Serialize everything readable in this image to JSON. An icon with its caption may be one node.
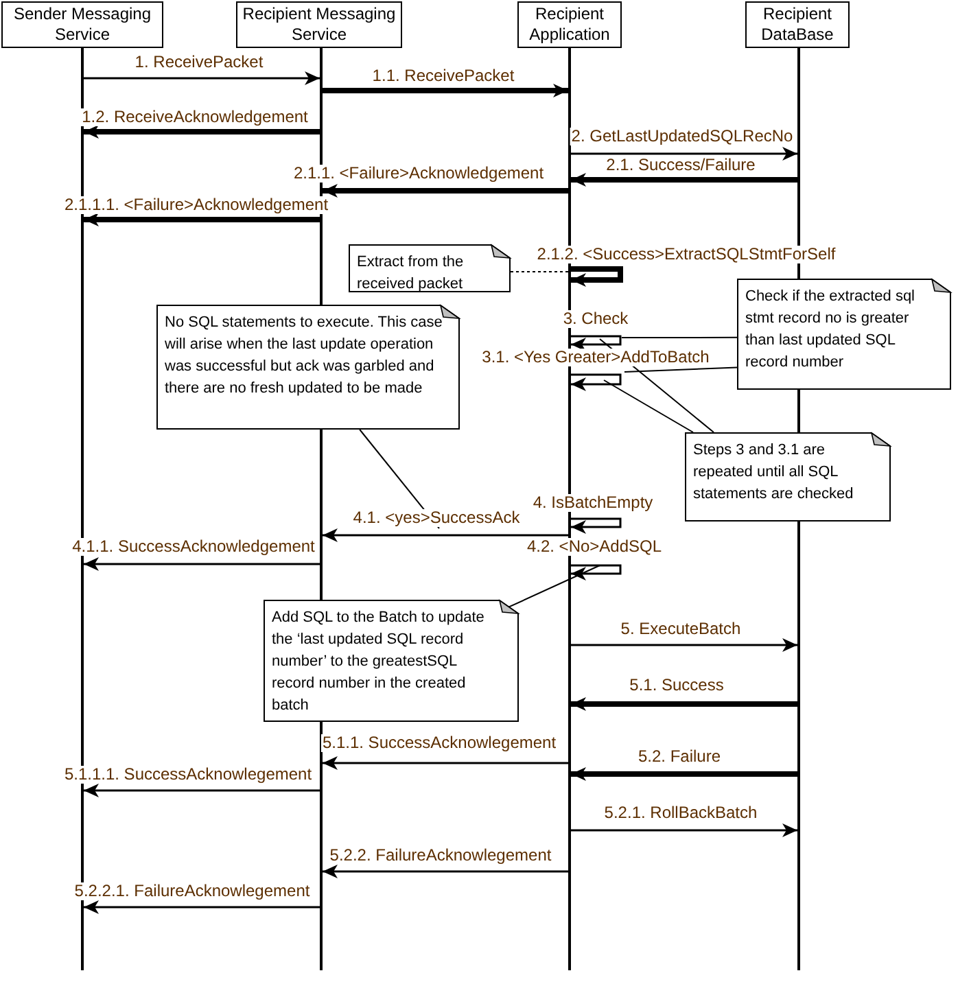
{
  "diagram": {
    "nodes": [
      {
        "text": [
          "Sender Messaging Service"
        ]
      },
      {
        "text": [
          "Recipient Messaging Service"
        ]
      },
      {
        "text": [
          "Recipient Application"
        ]
      },
      {
        "text": [
          "Recipient DataBase"
        ]
      },
      {
        "text": [],
        "shape": "bar"
      },
      {
        "text": [],
        "shape": "bar"
      },
      {
        "text": [],
        "shape": "bar"
      },
      {
        "text": [],
        "shape": "bar"
      },
      {
        "text": [
          "Extract from the received packet"
        ]
      },
      {
        "text": [
          "Check if the extracted sql stmt record no is greater than last updated SQL record number"
        ]
      },
      {
        "text": [
          "No SQL statements to execute. This case will arise when the last update operation was successful but ack was garbled and there are no fresh updated to be made"
        ]
      },
      {
        "text": [
          "Steps 3 and 3.1 are repeated until all SQL statements are checked"
        ]
      },
      {
        "text": [
          "Add SQL to the Batch to update the ‘last updated SQL record number’ to the greatestSQL record number in the created batch"
        ]
      }
    ],
    "edges": [
      {
        "from": 4,
        "to": 5,
        "arrow": "to",
        "label": "1. ReceivePacket"
      },
      {
        "from": 5,
        "to": 6,
        "arrow": "to",
        "label": "1.1. ReceivePacket",
        "style": "thick"
      },
      {
        "from": 5,
        "to": 4,
        "arrow": "to",
        "label": "1.2. ReceiveAcknowledgement",
        "style": "thick"
      },
      {
        "from": 6,
        "to": 7,
        "arrow": "to",
        "label": "2. GetLastUpdatedSQLRecNo"
      },
      {
        "from": 7,
        "to": 6,
        "arrow": "to",
        "label": "2.1. Success/Failure",
        "style": "thick"
      },
      {
        "from": 6,
        "to": 5,
        "arrow": "to",
        "label": "2.1.1. <Failure>Acknowledgement",
        "style": "thick"
      },
      {
        "from": 5,
        "to": 4,
        "arrow": "to",
        "label": "2.1.1.1. <Failure>Acknowledgement",
        "style": "thick"
      },
      {
        "from": 6,
        "to": 6,
        "arrow": "to",
        "label": "2.1.2. <Success>ExtractSQLStmtForSelf",
        "style": "thick"
      },
      {
        "from": 6,
        "to": 6,
        "arrow": "to",
        "label": "3. Check"
      },
      {
        "from": 6,
        "to": 6,
        "arrow": "to",
        "label": "3.1. <Yes Greater>AddToBatch"
      },
      {
        "from": 6,
        "to": 6,
        "arrow": "to",
        "label": "4. IsBatchEmpty"
      },
      {
        "from": 6,
        "to": 5,
        "arrow": "to",
        "label": "4.1. <yes>SuccessAck"
      },
      {
        "from": 5,
        "to": 4,
        "arrow": "to",
        "label": "4.1.1. SuccessAcknowledgement"
      },
      {
        "from": 6,
        "to": 6,
        "arrow": "to",
        "label": "4.2. <No>AddSQL"
      },
      {
        "from": 6,
        "to": 7,
        "arrow": "to",
        "label": "5. ExecuteBatch"
      },
      {
        "from": 7,
        "to": 6,
        "arrow": "to",
        "label": "5.1. Success",
        "style": "thick"
      },
      {
        "from": 6,
        "to": 5,
        "arrow": "to",
        "label": "5.1.1. SuccessAcknowlegement"
      },
      {
        "from": 5,
        "to": 4,
        "arrow": "to",
        "label": "5.1.1.1. SuccessAcknowlegement"
      },
      {
        "from": 7,
        "to": 6,
        "arrow": "to",
        "label": "5.2. Failure",
        "style": "thick"
      },
      {
        "from": 6,
        "to": 7,
        "arrow": "to",
        "label": "5.2.1. RollBackBatch"
      },
      {
        "from": 6,
        "to": 5,
        "arrow": "to",
        "label": "5.2.2. FailureAcknowlegement"
      },
      {
        "from": 5,
        "to": 4,
        "arrow": "to",
        "label": "5.2.2.1. FailureAcknowlegement"
      },
      {
        "from": 8,
        "to": 6,
        "arrow": "none",
        "style": "dashed"
      },
      {
        "from": 9,
        "to": null,
        "arrow": "none"
      },
      {
        "from": 9,
        "to": null,
        "arrow": "none"
      },
      {
        "from": 10,
        "to": null,
        "arrow": "none"
      },
      {
        "from": 11,
        "to": null,
        "arrow": "none"
      },
      {
        "from": 11,
        "to": null,
        "arrow": "none"
      },
      {
        "from": 12,
        "to": null,
        "arrow": "none"
      }
    ]
  }
}
